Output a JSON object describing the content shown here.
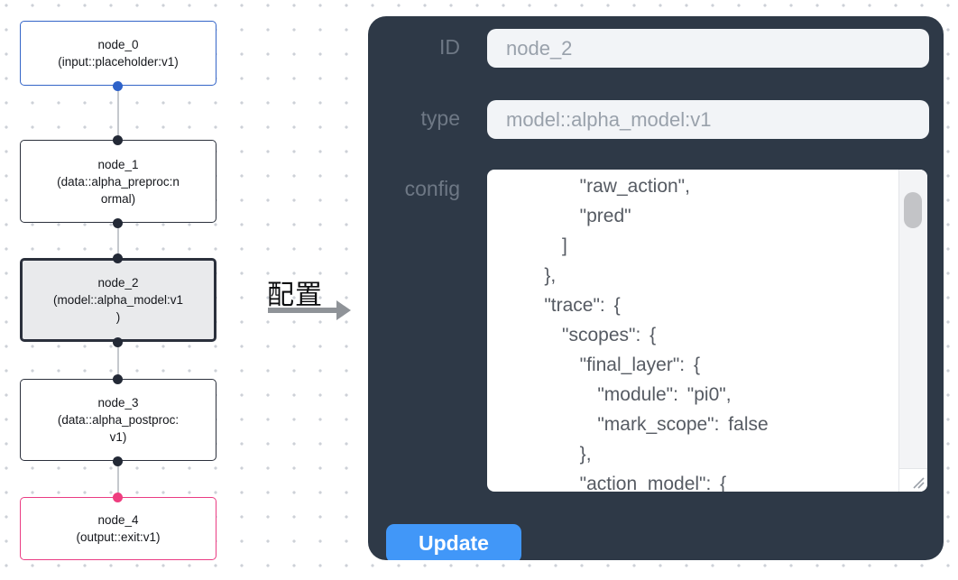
{
  "flow": {
    "nodes": [
      {
        "id": "node_0",
        "lines": [
          "node_0",
          "(input::placeholder:v1)"
        ]
      },
      {
        "id": "node_1",
        "lines": [
          "node_1",
          "(data::alpha_preproc:n",
          "ormal)"
        ]
      },
      {
        "id": "node_2",
        "lines": [
          "node_2",
          "(model::alpha_model:v1",
          ")"
        ],
        "selected": true
      },
      {
        "id": "node_3",
        "lines": [
          "node_3",
          "(data::alpha_postproc:",
          "v1)"
        ]
      },
      {
        "id": "node_4",
        "lines": [
          "node_4",
          "(output::exit:v1)"
        ]
      }
    ]
  },
  "transfer": {
    "label": "配置"
  },
  "panel": {
    "fields": {
      "id": {
        "label": "ID",
        "value": "node_2"
      },
      "type": {
        "label": "type",
        "value": "model::alpha_model:v1"
      },
      "config": {
        "label": "config",
        "value": "        \"raw_action\",\n        \"pred\"\n      ]\n    },\n    \"trace\": {\n      \"scopes\": {\n        \"final_layer\": {\n          \"module\": \"pi0\",\n          \"mark_scope\": false\n        },\n        \"action_model\": {"
      }
    },
    "update_label": "Update"
  },
  "colors": {
    "panel_background": "#2e3947",
    "button_accent": "#4197f8",
    "input_node_border": "#3465c8",
    "output_node_border": "#ea3c83",
    "selected_node_border": "#2b303c",
    "port_input": "#2e62c9",
    "port_default": "#232936",
    "port_output": "#ee3d7f"
  }
}
